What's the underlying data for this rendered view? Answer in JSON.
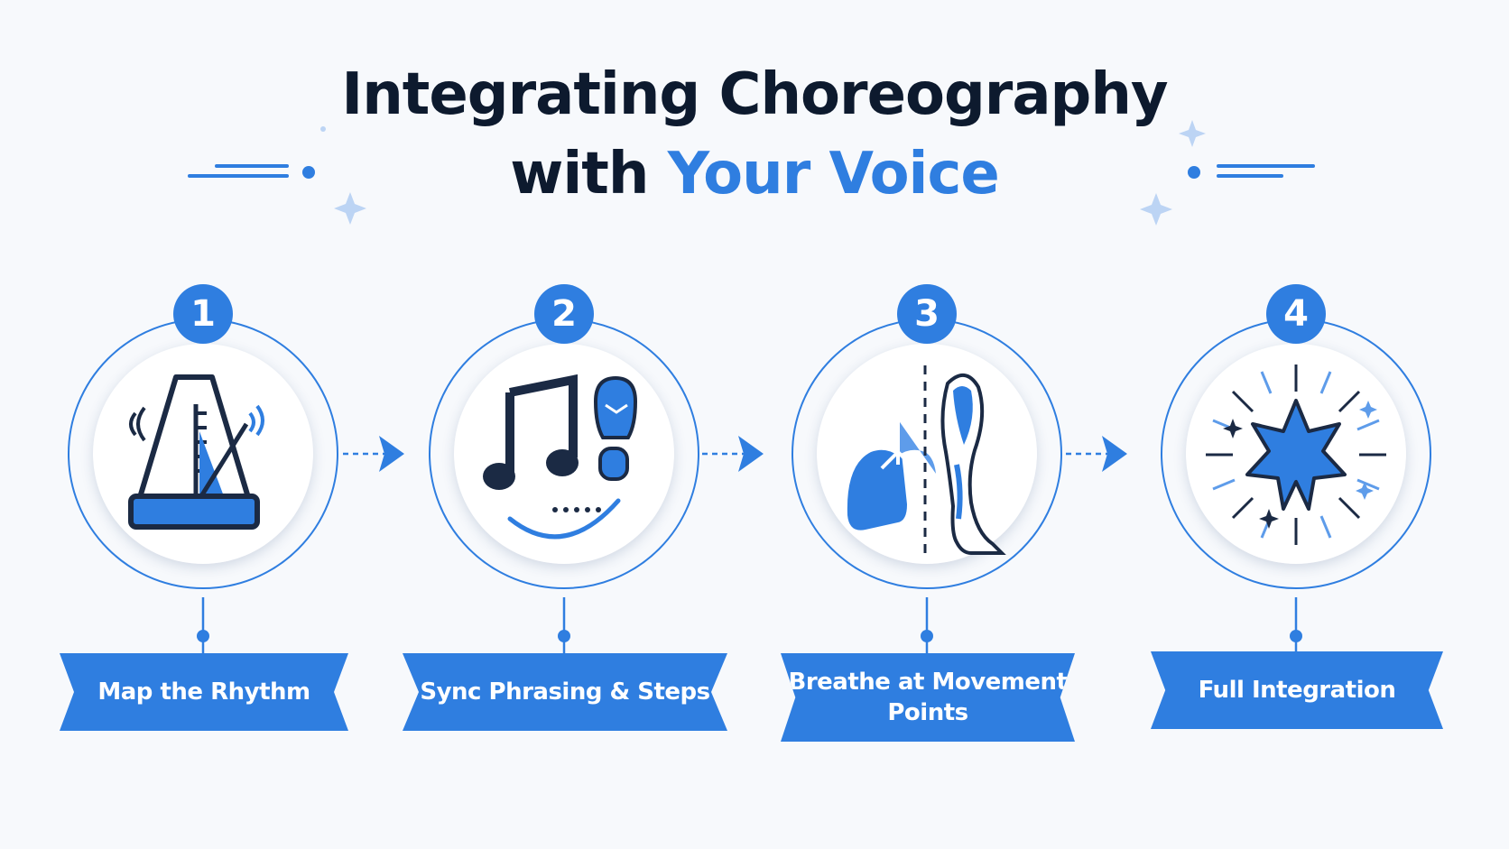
{
  "title": {
    "line1": "Integrating Choreography",
    "line2_prefix": "with ",
    "line2_accent": "Your Voice"
  },
  "steps": [
    {
      "number": "1",
      "label": "Map the Rhythm",
      "icon": "metronome-icon"
    },
    {
      "number": "2",
      "label": "Sync Phrasing & Steps",
      "icon": "music-note-footprint-icon"
    },
    {
      "number": "3",
      "label": "Breathe at Movement Points",
      "icon": "lungs-leg-icon"
    },
    {
      "number": "4",
      "label": "Full Integration",
      "icon": "starburst-icon"
    }
  ],
  "colors": {
    "accent": "#2f7ee0",
    "title_dark": "#0d1a2e",
    "icon_dark": "#1b2a44",
    "background": "#f7f9fc"
  }
}
